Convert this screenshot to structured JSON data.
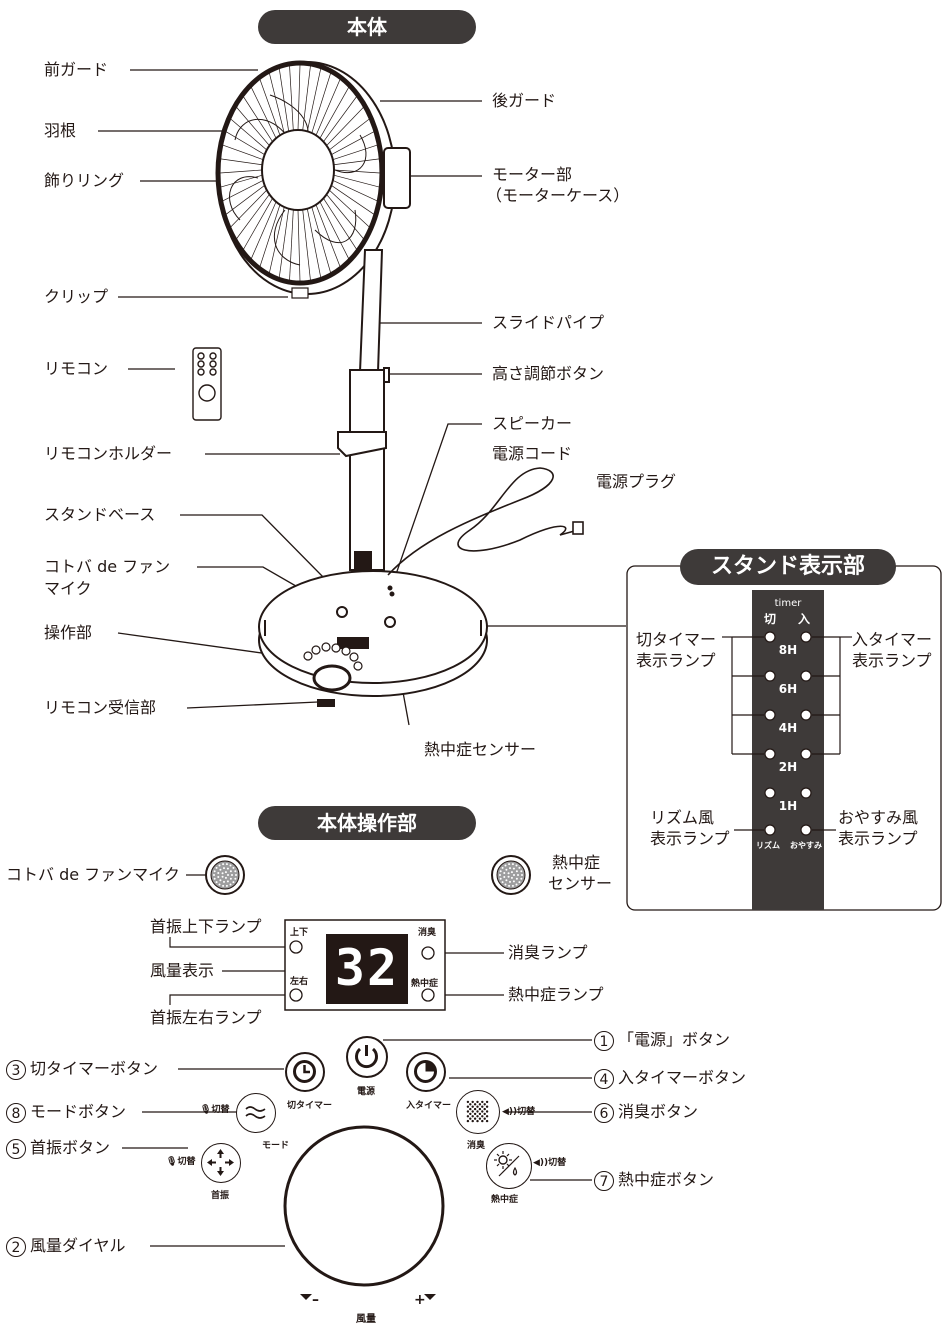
{
  "title_main": "本体",
  "title_stand": "スタンド表示部",
  "title_ops": "本体操作部",
  "labels": {
    "front_guard": "前ガード",
    "blades": "羽根",
    "decor_ring": "飾りリング",
    "clip": "クリップ",
    "remote": "リモコン",
    "remote_holder": "リモコンホルダー",
    "stand_base": "スタンドベース",
    "mic_1": "コトバ de ファン",
    "mic_2": "マイク",
    "control_panel": "操作部",
    "remote_receiver": "リモコン受信部",
    "rear_guard": "後ガード",
    "motor_1": "モーター部",
    "motor_2": "（モーターケース）",
    "slide_pipe": "スライドパイプ",
    "height_button": "高さ調節ボタン",
    "speaker": "スピーカー",
    "power_cord": "電源コード",
    "power_plug": "電源プラグ",
    "heat_sensor": "熱中症センサー"
  },
  "stand_display": {
    "timer": "timer",
    "off": "切",
    "on": "入",
    "hours": [
      "8H",
      "6H",
      "4H",
      "2H",
      "1H"
    ],
    "off_lamp_1": "切タイマー",
    "off_lamp_2": "表示ランプ",
    "on_lamp_1": "入タイマー",
    "on_lamp_2": "表示ランプ",
    "rhythm_1": "リズム風",
    "rhythm_2": "表示ランプ",
    "sleep_1": "おやすみ風",
    "sleep_2": "表示ランプ",
    "rhythm_short": "リズム",
    "sleep_short": "おやすみ"
  },
  "ops": {
    "mic_label": "コトバ de ファンマイク",
    "sensor_1": "熱中症",
    "sensor_2": "センサー",
    "swing_ud_lamp": "首振上下ランプ",
    "wind_display": "風量表示",
    "swing_lr_lamp": "首振左右ランプ",
    "deodor_lamp": "消臭ランプ",
    "heat_lamp": "熱中症ランプ",
    "panel_ud": "上下",
    "panel_lr": "左右",
    "panel_deodor": "消臭",
    "panel_heat": "熱中症",
    "display_value": "32",
    "btn1_num": "1",
    "btn1_label": "「電源」ボタン",
    "btn2_num": "2",
    "btn2_label": "風量ダイヤル",
    "btn3_num": "3",
    "btn3_label": "切タイマーボタン",
    "btn4_num": "4",
    "btn4_label": "入タイマーボタン",
    "btn5_num": "5",
    "btn5_label": "首振ボタン",
    "btn6_num": "6",
    "btn6_label": "消臭ボタン",
    "btn7_num": "7",
    "btn7_label": "熱中症ボタン",
    "btn8_num": "8",
    "btn8_label": "モードボタン",
    "cap_power": "電源",
    "cap_off_timer": "切タイマー",
    "cap_on_timer": "入タイマー",
    "cap_mode": "モード",
    "cap_swing": "首振",
    "cap_deodor": "消臭",
    "cap_heat": "熱中症",
    "cap_wind": "風量",
    "mic_switch": "切替",
    "sound_switch": "◀))切替",
    "minus": "–",
    "plus": "+"
  }
}
